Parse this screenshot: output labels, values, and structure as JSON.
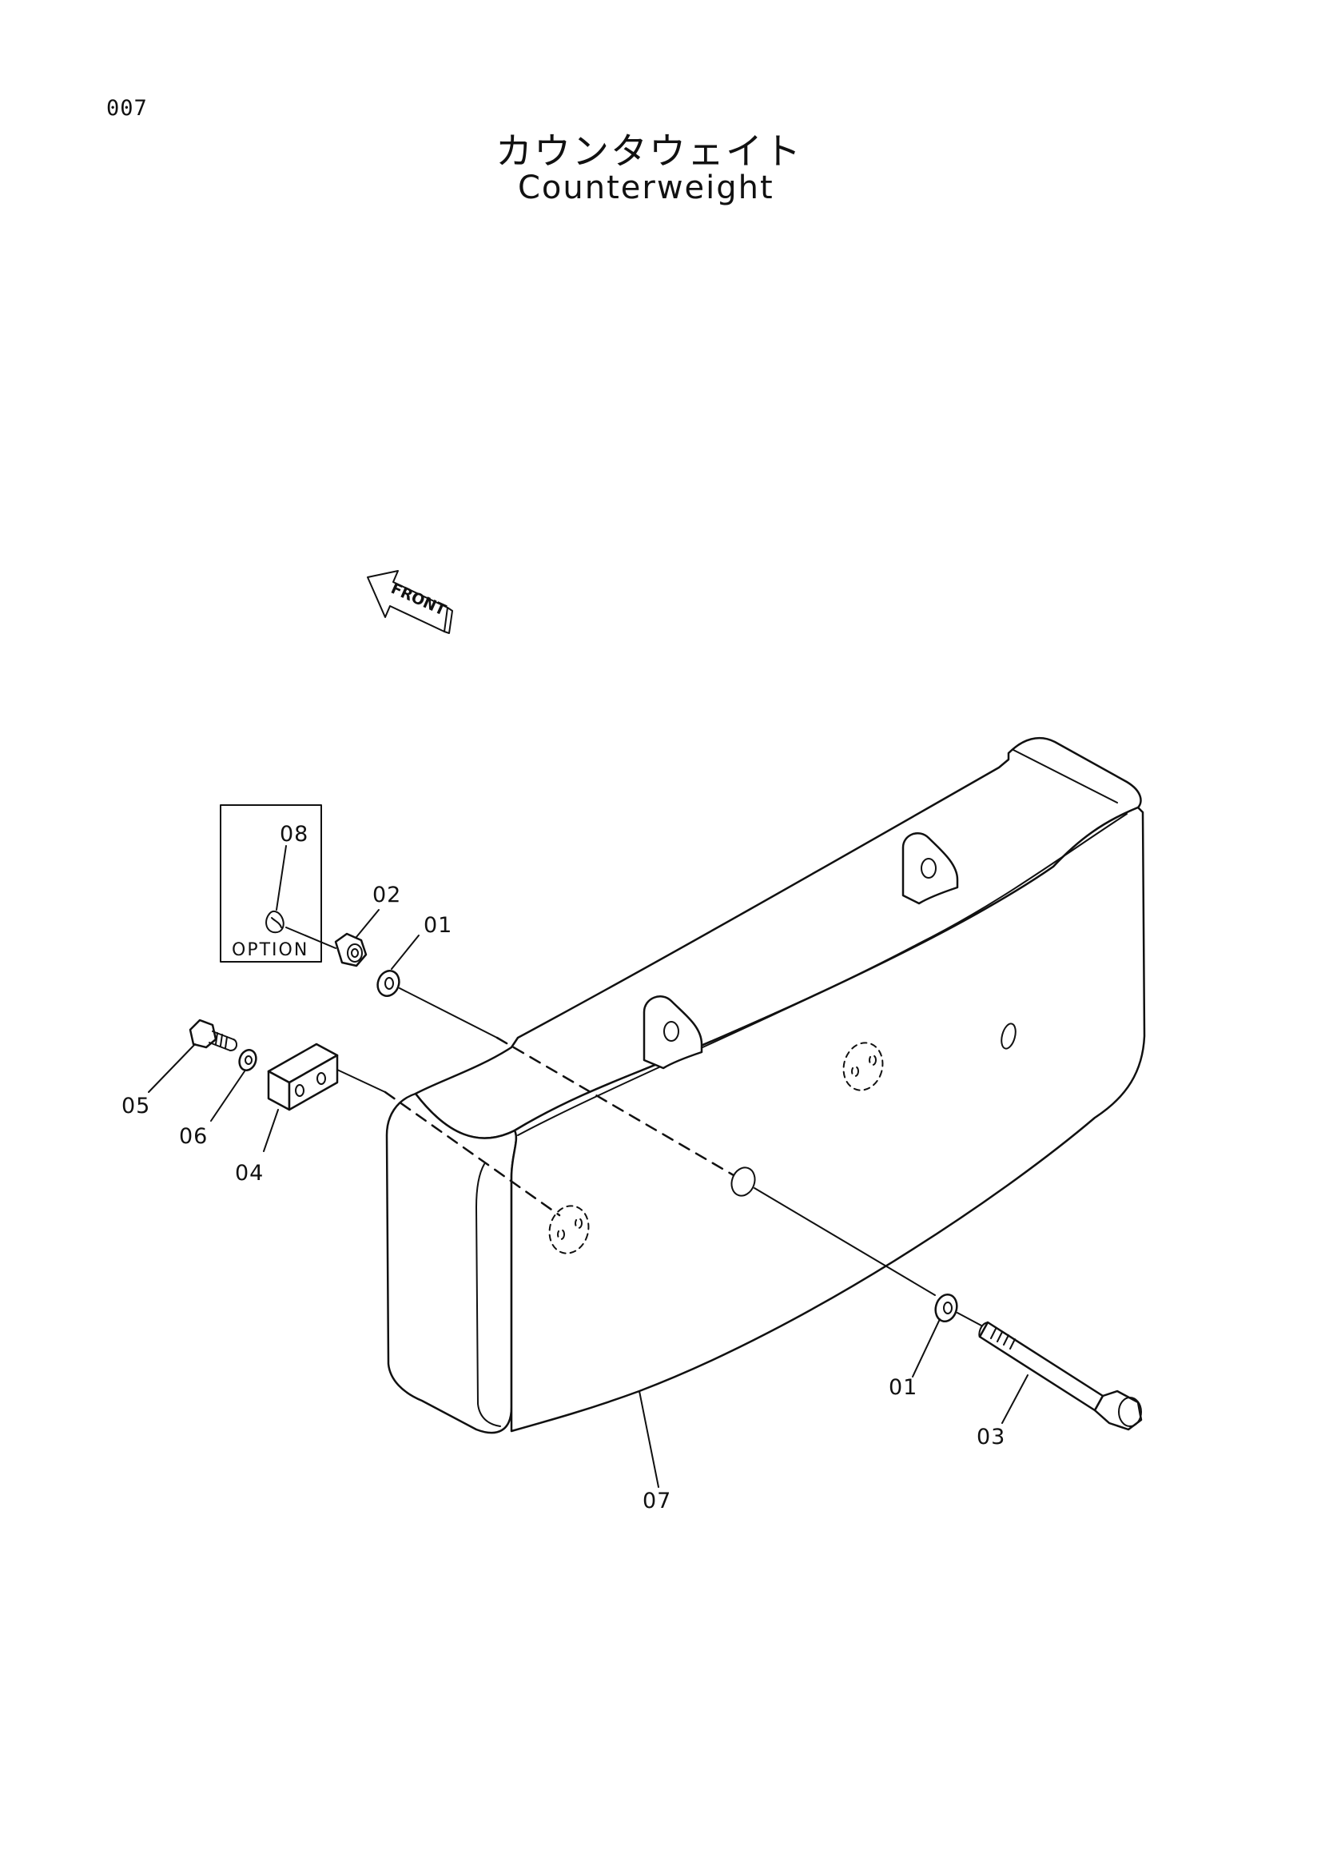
{
  "page_number": "007",
  "title_ja": "カウンタウェイト",
  "title_en": "Counterweight",
  "front_label": "FRONT",
  "option_label": "OPTION",
  "callouts": {
    "c01_upper": "01",
    "c02": "02",
    "c03": "03",
    "c04": "04",
    "c05": "05",
    "c06": "06",
    "c07": "07",
    "c08": "08",
    "c01_lower": "01"
  }
}
